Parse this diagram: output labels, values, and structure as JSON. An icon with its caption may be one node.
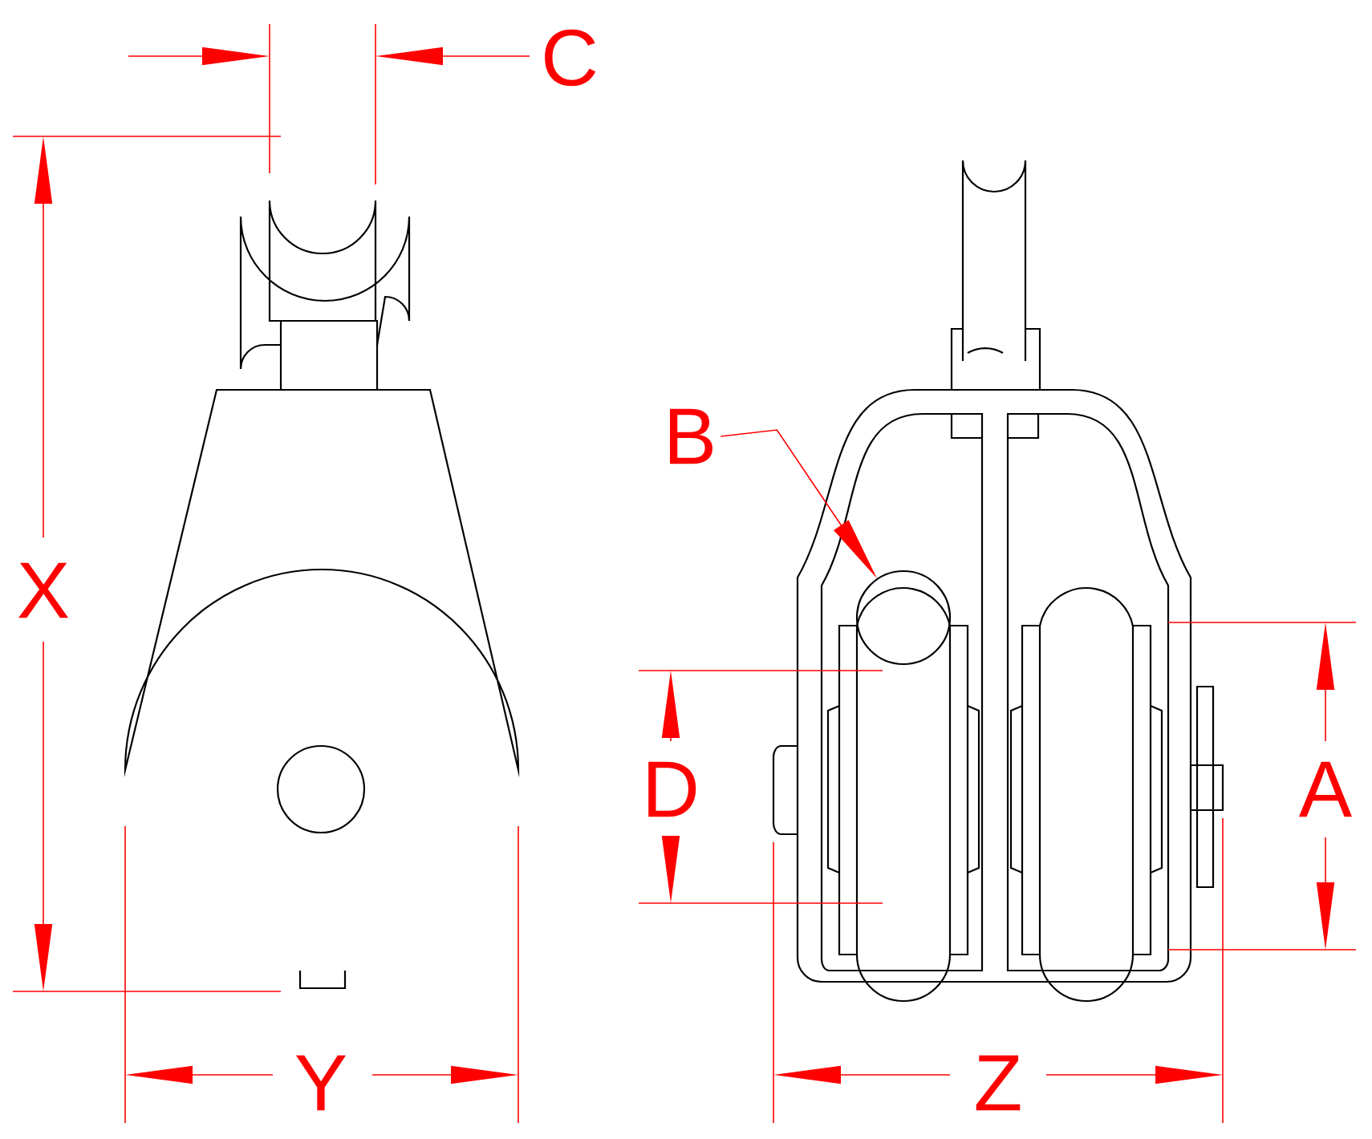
{
  "diagram": {
    "nodes": [
      {
        "text": [
          "B"
        ]
      },
      {
        "text": [],
        "shape": "circle"
      }
    ],
    "edges": [
      {
        "from": 0,
        "to": 1,
        "arrow": "to"
      }
    ],
    "labels": [
      "C",
      "X",
      "D",
      "A",
      "Y",
      "Z"
    ]
  }
}
